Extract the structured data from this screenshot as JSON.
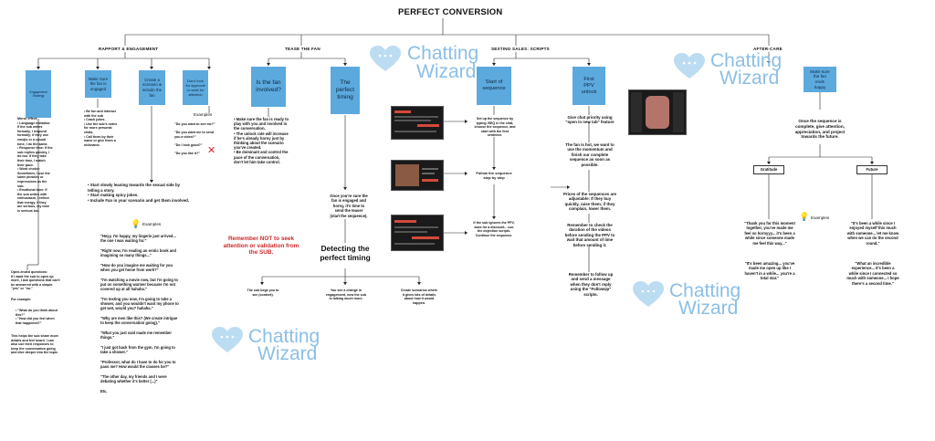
{
  "title": "PERFECT CONVERSION",
  "sections": {
    "rapport": "RAPPORT & ENGAGEMENT",
    "tease": "TEASE THE FAN",
    "sexting": "SEXTING SALES: SCRIPTS",
    "aftercare": "AFTER-CARE"
  },
  "watermark": {
    "line1": "Chatting",
    "line2": "Wizard"
  },
  "rapport": {
    "box1": "Engagement\nStrategy",
    "box2": "Make Sure\nthe fan is\nengaged",
    "box3": "Create a\nscenario &\ninclude the\nfan",
    "box4": "Don't look\nfor approval\nor seek for\nattention",
    "mirror": "Mirror effect:\n• Language imitation:\n  If the sub writes\n  formally, I respond\n  formally; if they use\n  emojis or a casual\n  tone, I do the same.\n• Response time: If the\n  sub replies quickly, I\n  do too. If they take\n  their time, I match\n  their pace.\n• Word choice:\n  Sometimes, I use the\n  same phrases or\n  expressions as the\n  sub.\n• Emotional tone: If\n  the sub writes with\n  enthusiasm, I reflect\n  that energy. If they\n  are serious, my tone\n  is serious too.",
    "open_questions": "Open-ended questions:\nIf I want the sub to open up\nmore, I ask questions that can't\nbe answered with a simple\n\"yes\" or \"no.\"",
    "for_example": "For example:",
    "example_q": "• \"What do you think about\n   this?\"\n• \"How did you feel when\n   that happened?\"",
    "share_more": "This helps the sub share more\ndetails and feel heard. I can\nalso use their responses to\nkeep the conversation going\nand dive deeper into the topic.",
    "engaged_list": "• Be fun and interact\n  with the sub\n• Crack jokes.\n• Use the sub's notes\n  for more personal\n  chats.\n• Call them by their\n  name or give them a\n  nickname.",
    "examples_label": "Examples",
    "approval_quotes": "\"Do you want to see me?\"\n\n\"Do you want me to send\nyou a video?\"\n\n\"Do I look good?\"\n\n\"Do you like it?\"",
    "scenario_steps": "• Start slowly leaning towards the sexual side by\n  telling a story.\n• Start making spicy jokes.\n• Include Fan in your scenario and get them involved.",
    "examples2_label": "Examples",
    "scenario_quotes": "\"Heyy, I'm happy, my lingerie just arrived...\nthe one I was waiting for.\"\n\n\"Right now, I'm reading an erotic book and\nimagining so many things...\"\n\n\"How do you imagine me waiting for you\nwhen you get home from work?\"\n\n\"I'm watching a movie now, but I'm going to\nput on something warmer because I'm not\ncovered up at all hahaha.\"\n\n\"I'm texting you now, I'm going to take a\nshower, and you wouldn't want my phone to\nget wet, would you? hahaha.\"\n\n\"Why are men like this? (We create intrigue\nto keep the conversation going).\"\n\n\"What you just said made me remember\nthings.\"\n\n\"I just got back from the gym, I'm going to\ntake a shower.\"\n\n\"Professor, what do I have to do for you to\npass me? How would the classes be?\"\n\n\"The other day, my friends and I were\ndebating whether it's better (...)\"\n\nEtc."
  },
  "tease": {
    "box1": "Is the fan\ninvolved?",
    "box2": "The\nperfect\ntiming",
    "involved_list": "• Make sure the fan is ready to\n  play with you and involved in\n  the conversation.\n• The unlock rate will increase\n  if he's already horny just by\n  thinking about the scenario\n  you've created.\n• Be dominant and control the\n  pace of the conversation,\n  don't let him take control.",
    "timing_text": "Once you're sure the\nfan is engaged and\nhorny, it's time to\nsend the teaser\n(start the sequence).",
    "remember": "Remember NOT to seek\nattention or validation\nfrom the SUB.",
    "detecting": "Detecting the\nperfect timing",
    "sign1": "The sub begs you to\nsee (content).",
    "sign2": "You see a change in\nengagement, now the sub\nis talking much more.",
    "sign3": "Create scenarios where\nit gives lots of details\nabout how it would\nhappen."
  },
  "sexting": {
    "box1": "Start of\nsequence",
    "box2": "First\nPPV\nunlock",
    "step1": "Set up the sequence by\ntyping /SEQ in the chat,\nchoose the sequence, and\nstart with the first\nsentence.",
    "step2": "Follow the sequence\nstep by step",
    "step3": "If the sub ignores the PPV,\nasks for a discount... use\nthe objection scripts.\nContinue the sequence.",
    "ppv1": "Give chat priority using\n\"open in new tab\" feature",
    "ppv2": "The fan is hot, we want to\nuse the momentum and\nfinish our complete\nsequence as soon as\npossible.",
    "ppv3": "Prices of the sequences are\nadjustable: If they buy\nquickly, raise them; if they\ncomplain, lower them.",
    "ppv4": "Remember to check the\nduration of the videos\nbefore sending the PPV to\nwait that amount of time\nbefore sending it.",
    "ppv5": "Remember to follow up\nand send a message\nwhen they don't reply\nusing the \"FollowUp\"\nscripts."
  },
  "aftercare": {
    "box1": "Make sure\nthe fan\nends\nhappy",
    "intro": "Once the sequence is\ncomplete, give attention,\nappreciation, and project\ntowards the future.",
    "gratitude": "Gratitude",
    "future": "Future",
    "examples_label": "Examples",
    "grat1": "\"Thank you for this moment\ntogether, you've made me\nfeel so hornyyy... it's been a\nwhile since someone made\nme feel this way...\"",
    "grat2": "\"It's been amazing... you've\nmade me open up like I\nhaven't in a while... you're a\ntotal star.\"",
    "fut1": "\"It's been a while since I\nenjoyed myself this much\nwith someone... let me know\nwhen we can do the second\nround.\"",
    "fut2": "\"What an incredible\nexperience... It's been a\nwhile since I connected so\nmuch with someone... I hope\nthere's a second time.\""
  },
  "colors": {
    "box_blue": "#5ca9de",
    "watermark_blue": "#8bbfe6",
    "warning_red": "#cc2a2a"
  }
}
